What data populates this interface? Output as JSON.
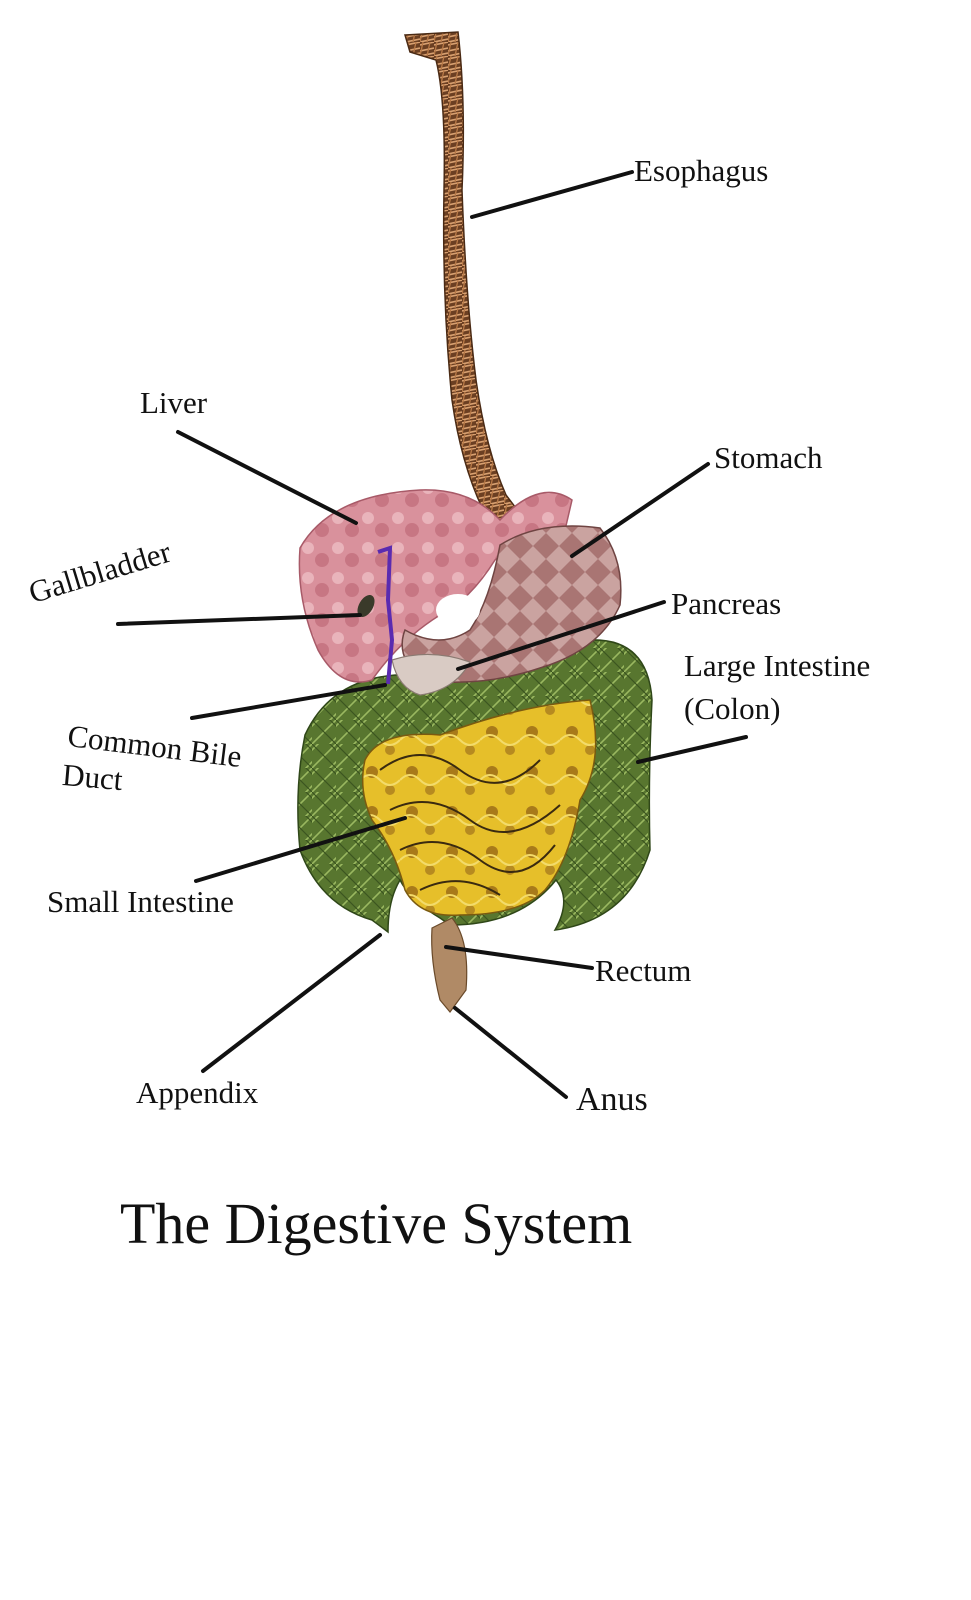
{
  "title": "The Digestive System",
  "labels": {
    "esophagus": "Esophagus",
    "liver": "Liver",
    "stomach": "Stomach",
    "gallbladder": "Gallbladder",
    "pancreas": "Pancreas",
    "large_intestine_line1": "Large Intestine",
    "large_intestine_line2": "(Colon)",
    "common_bile_duct_line1": "Common Bile",
    "common_bile_duct_line2": "Duct",
    "small_intestine": "Small Intestine",
    "rectum": "Rectum",
    "appendix": "Appendix",
    "anus": "Anus"
  },
  "colors": {
    "esophagus": "#8a5a3a",
    "liver": "#d8909c",
    "stomach": "#b98a86",
    "bile_duct": "#5a2bb0",
    "pancreas": "#c9b7ae",
    "large_intestine": "#5f7f3a",
    "small_intestine": "#e3be2e",
    "rectum": "#b08a66",
    "leader_line": "#111111"
  }
}
